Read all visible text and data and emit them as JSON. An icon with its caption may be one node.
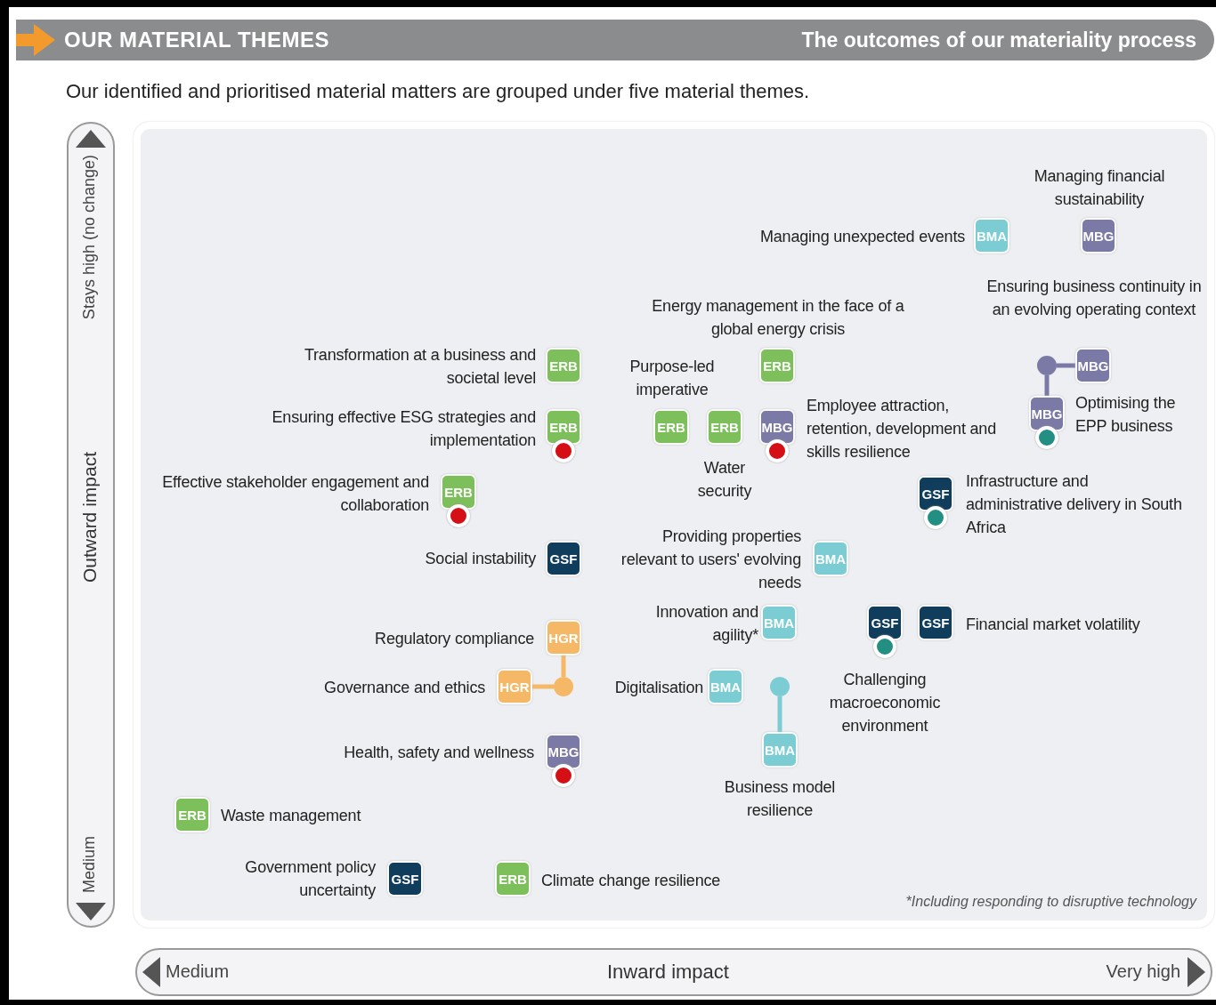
{
  "diagram": {
    "title": "OUR MATERIAL THEMES",
    "nodes": [
      {
        "text": [
          "ERB"
        ],
        "beside": [
          "Transformation at a business and societal level"
        ]
      },
      {
        "text": [
          "ERB"
        ],
        "beside": [
          "Ensuring effective ESG strategies and implementation"
        ]
      },
      {
        "text": [
          "ERB"
        ],
        "beside": [
          "Effective stakeholder engagement and collaboration"
        ]
      },
      {
        "text": [
          "GSF"
        ],
        "beside": [
          "Social instability"
        ]
      },
      {
        "text": [
          "HGR"
        ],
        "beside": [
          "Regulatory compliance"
        ]
      },
      {
        "text": [
          "HGR"
        ],
        "beside": [
          "Governance and ethics"
        ]
      },
      {
        "text": [],
        "shape": "circle"
      },
      {
        "text": [
          "MBG"
        ],
        "beside": [
          "Health, safety and wellness"
        ]
      },
      {
        "text": [
          "ERB"
        ],
        "beside": [
          "Waste management"
        ]
      },
      {
        "text": [
          "GSF"
        ],
        "beside": [
          "Government policy uncertainty"
        ]
      },
      {
        "text": [
          "ERB"
        ],
        "beside": [
          "Climate change resilience"
        ]
      },
      {
        "text": [
          "BMA"
        ],
        "beside": [
          "Managing unexpected events"
        ]
      },
      {
        "text": [
          "MBG"
        ],
        "beside": [
          "Managing financial sustainability"
        ]
      },
      {
        "text": [
          "ERB"
        ],
        "beside": [
          "Energy management in the face of a global energy crisis"
        ]
      },
      {
        "text": [
          "ERB"
        ],
        "beside": [
          "Purpose-led imperative"
        ]
      },
      {
        "text": [
          "ERB"
        ],
        "beside": [
          "Water security"
        ]
      },
      {
        "text": [
          "MBG"
        ],
        "beside": [
          "Employee attraction, retention, development and skills resilience"
        ]
      },
      {
        "text": [],
        "shape": "circle"
      },
      {
        "text": [
          "MBG"
        ],
        "beside": [
          "Ensuring business continuity in an evolving operating context"
        ]
      },
      {
        "text": [
          "MBG"
        ],
        "beside": [
          "Optimising the EPP business"
        ]
      },
      {
        "text": [
          "GSF"
        ],
        "beside": [
          "Infrastructure and administrative delivery in South Africa"
        ]
      },
      {
        "text": [
          "BMA"
        ],
        "beside": [
          "Providing properties relevant to users' evolving needs"
        ]
      },
      {
        "text": [
          "BMA"
        ],
        "beside": [
          "Innovation and agility*"
        ]
      },
      {
        "text": [
          "GSF"
        ],
        "beside": [
          "Challenging macroeconomic environment"
        ]
      },
      {
        "text": [
          "GSF"
        ],
        "beside": [
          "Financial market volatility"
        ]
      },
      {
        "text": [
          "BMA"
        ],
        "beside": [
          "Digitalisation"
        ]
      },
      {
        "text": [],
        "shape": "circle"
      },
      {
        "text": [
          "BMA"
        ],
        "beside": [
          "Business model resilience"
        ]
      }
    ],
    "edges": [
      {
        "from": 4,
        "to": 6,
        "arrow": "none",
        "color": "#f5b866"
      },
      {
        "from": 6,
        "to": 5,
        "arrow": "none",
        "color": "#f5b866"
      },
      {
        "from": 18,
        "to": 17,
        "arrow": "none",
        "color": "#7b7aa6"
      },
      {
        "from": 17,
        "to": 19,
        "arrow": "none",
        "color": "#7b7aa6"
      },
      {
        "from": 26,
        "to": 27,
        "arrow": "none",
        "color": "#7ccdd3"
      }
    ],
    "labels": [
      "The outcomes of our materiality process",
      "Our identified and prioritised material matters are grouped under five material themes.",
      "Stays high (no change)",
      "Outward impact",
      "Medium",
      "*Including responding to disruptive technology",
      "Medium",
      "Inward impact",
      "Very high"
    ]
  }
}
